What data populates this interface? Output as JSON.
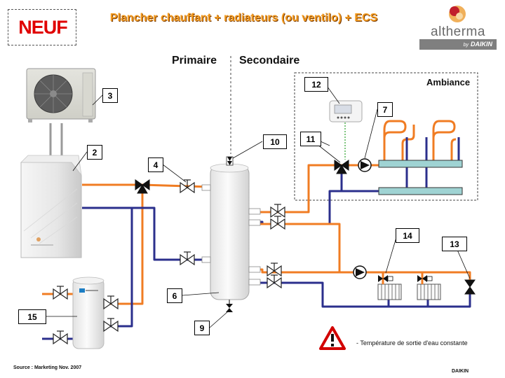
{
  "header": {
    "badge": "NEUF",
    "title": "Plancher chauffant + radiateurs (ou ventilo) + ECS",
    "logo_word": "altherma",
    "logo_by": "by",
    "logo_brand": "DAIKIN"
  },
  "zones": {
    "primary": "Primaire",
    "secondary": "Secondaire",
    "ambiance": "Ambiance"
  },
  "component_numbers": {
    "outdoor_unit": "3",
    "indoor_unit": "2",
    "three_way_valve": "4",
    "buffer_tank": "6",
    "floor_pump": "7",
    "drain_valve": "9",
    "air_vent": "10",
    "mixing_valve": "11",
    "room_thermostat": "12",
    "bypass_valve": "13",
    "thermostatic_valve": "14",
    "dhw_tank": "15"
  },
  "note": "- Température de sortie d'eau constante",
  "footer": {
    "source": "Source : Marketing  Nov. 2007",
    "brand": "DAIKIN"
  },
  "colors": {
    "hot_pipe": "#f07c23",
    "cold_pipe": "#2b2f8c",
    "badge_red": "#e00000",
    "title_orange": "#f39a1e",
    "collector": "#9fd3d3",
    "warning_red": "#d20000"
  }
}
